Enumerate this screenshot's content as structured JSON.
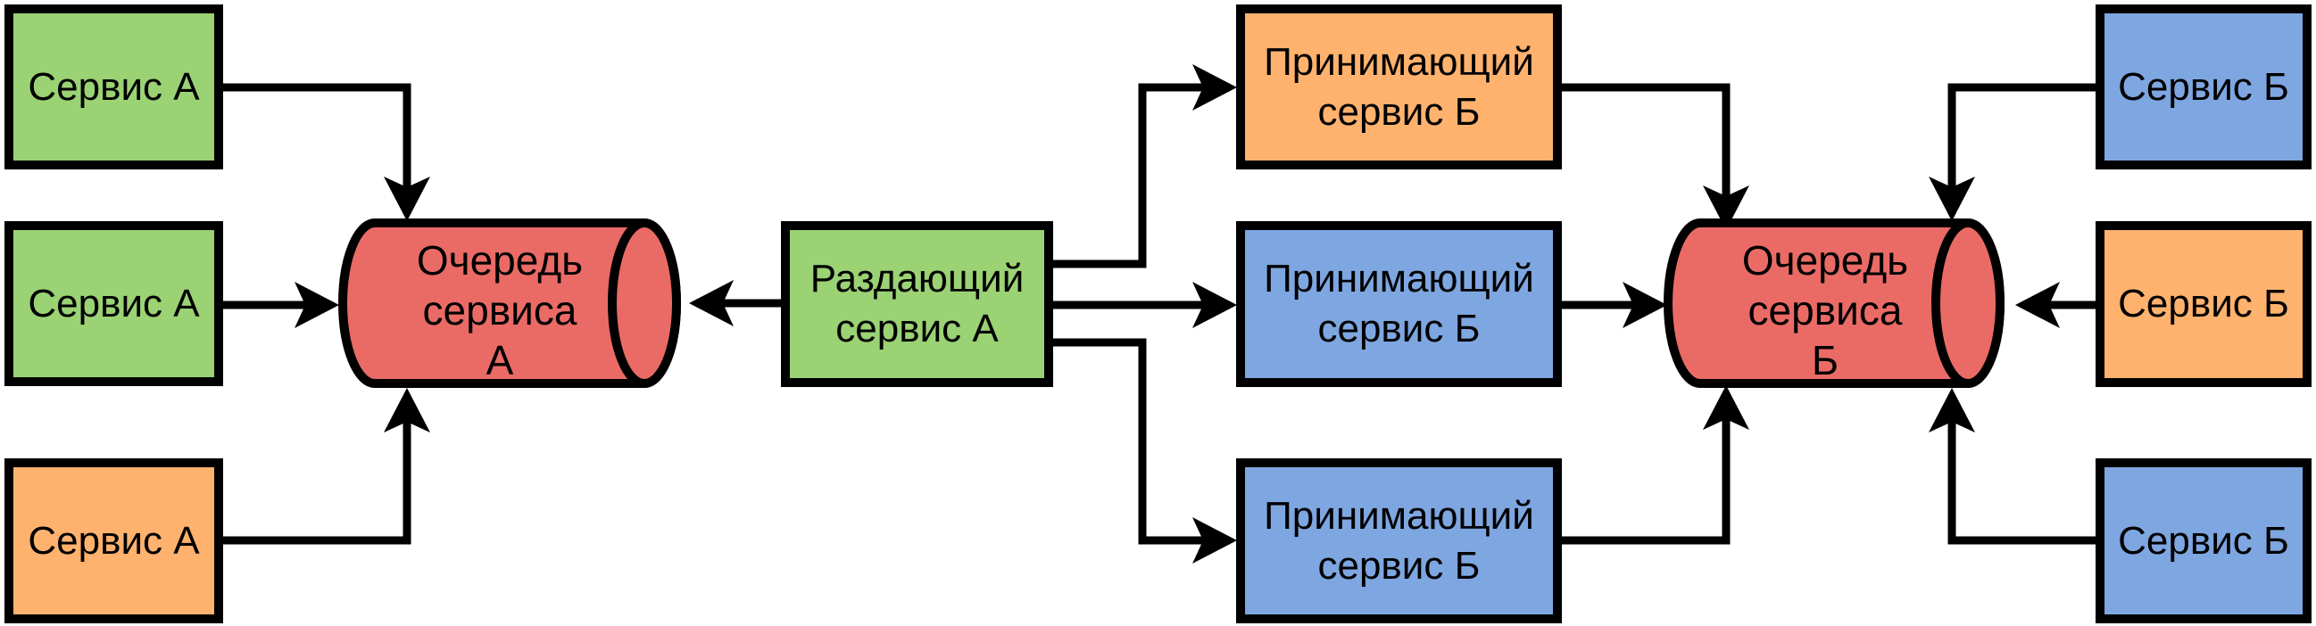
{
  "colors": {
    "green": "#9ad274",
    "orange": "#ffb26e",
    "blue": "#7ea6e0",
    "red": "#ea6b66"
  },
  "left_group": {
    "service_a_1": "Сервис А",
    "service_a_2": "Сервис А",
    "service_a_3": "Сервис А",
    "queue_a": "Очередь\nсервиса\nА",
    "dispatch_a": "Раздающий\nсервис А"
  },
  "right_group": {
    "recv_b_1": "Принимающий\nсервис Б",
    "recv_b_2": "Принимающий\nсервис Б",
    "recv_b_3": "Принимающий\nсервис Б",
    "queue_b": "Очередь\nсервиса\nБ",
    "service_b_1": "Сервис Б",
    "service_b_2": "Сервис Б",
    "service_b_3": "Сервис Б"
  }
}
